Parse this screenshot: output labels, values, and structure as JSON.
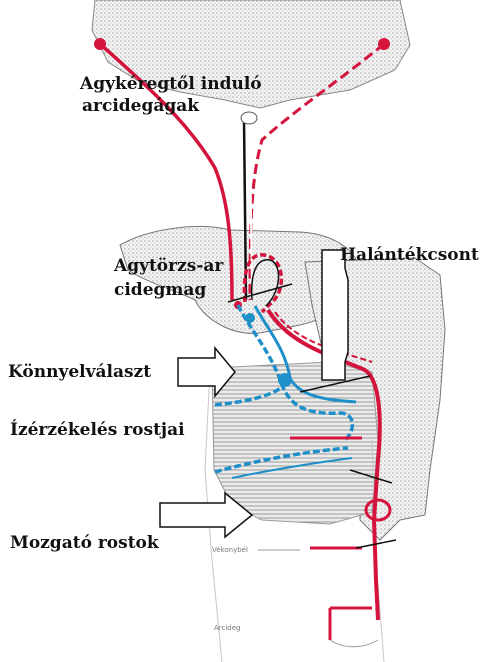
{
  "labels": {
    "cortex_line1": "Agykéregtől induló",
    "cortex_line2": "arcidegágak",
    "nucleus_line1": "Agytörzs-ar",
    "nucleus_line2": "cidegmag",
    "temporal_bone": "Halántékcsont",
    "lacrimal": "Könnyelválaszt",
    "taste": "Ízérzékelés rostjai",
    "motor": "Mozgató rostok"
  },
  "small_labels": {
    "upper": "Vékonybél",
    "lower": "Arcideg"
  },
  "colors": {
    "motor_pathway": "#d4143c",
    "sensory_pathway": "#1e8fc8",
    "secretory_pathway": "#111111",
    "tissue_stipple": "#bdbdbd"
  }
}
